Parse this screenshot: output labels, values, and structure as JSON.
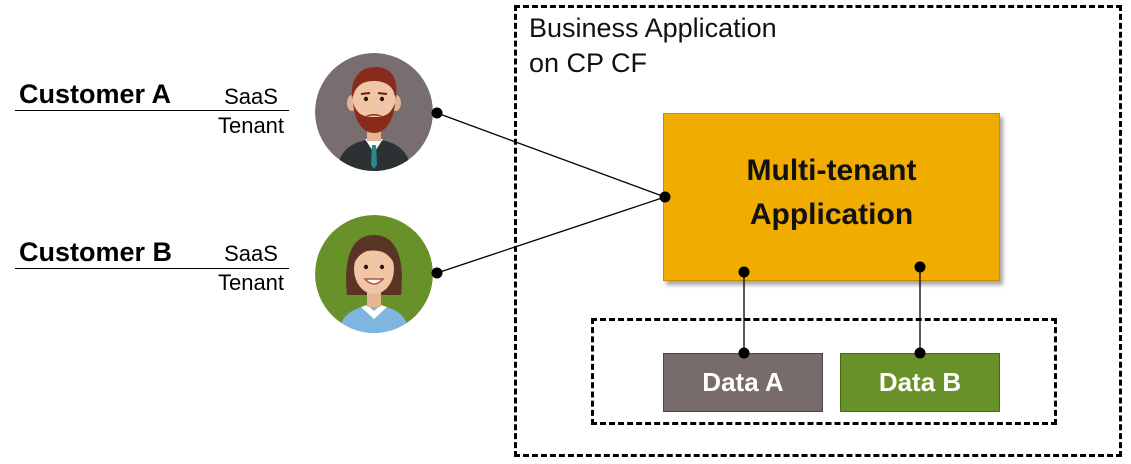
{
  "outer": {
    "title_line1": "Business Application",
    "title_line2": "on CP CF"
  },
  "app": {
    "label_line1": "Multi-tenant",
    "label_line2": "Application"
  },
  "data_stores": [
    {
      "label": "Data A",
      "color": "#776b6c"
    },
    {
      "label": "Data B",
      "color": "#69912a"
    }
  ],
  "customers": [
    {
      "name": "Customer A",
      "role_line1": "SaaS",
      "role_line2": "Tenant",
      "avatar": "bearded-man-avatar",
      "avatar_bg": "#786e6f"
    },
    {
      "name": "Customer B",
      "role_line1": "SaaS",
      "role_line2": "Tenant",
      "avatar": "smiling-woman-avatar",
      "avatar_bg": "#689229"
    }
  ],
  "colors": {
    "app_fill": "#f0ac00",
    "connector": "#000000"
  }
}
